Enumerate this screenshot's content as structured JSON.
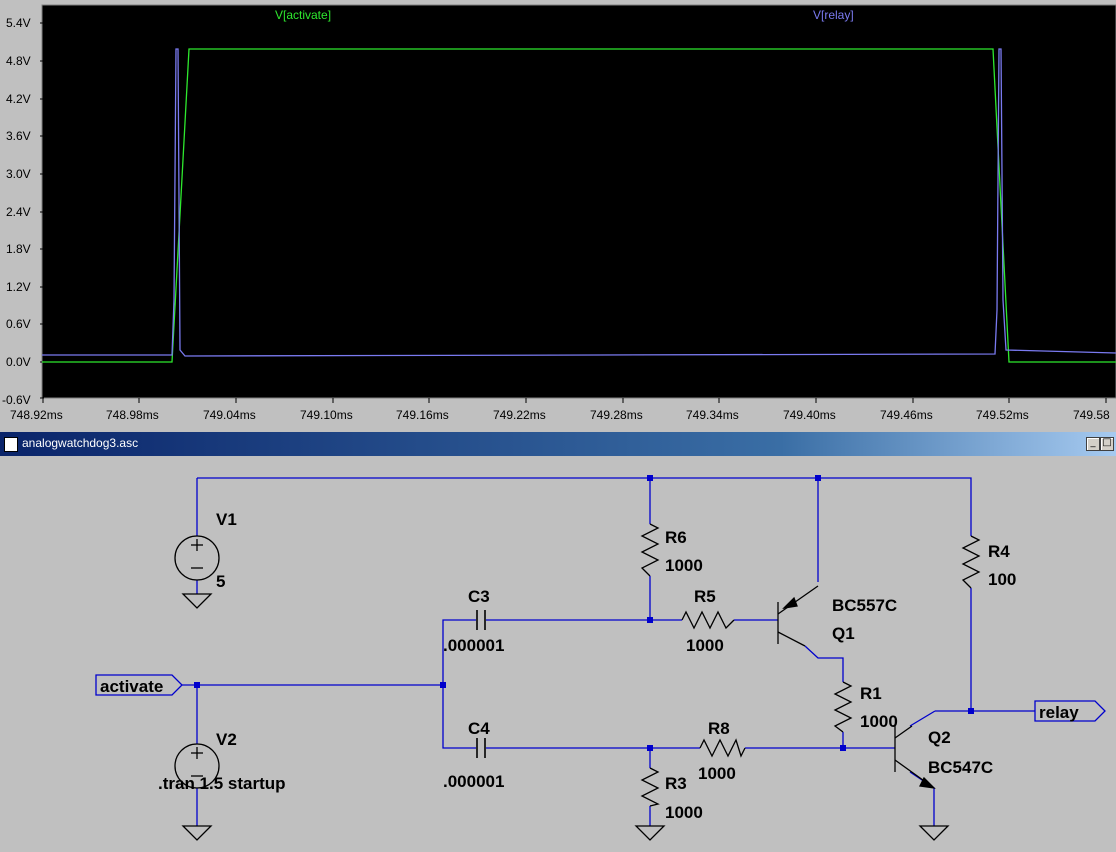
{
  "plot": {
    "y_ticks": [
      "5.4V",
      "4.8V",
      "4.2V",
      "3.6V",
      "3.0V",
      "2.4V",
      "1.8V",
      "1.2V",
      "0.6V",
      "0.0V",
      "-0.6V"
    ],
    "x_ticks": [
      "748.92ms",
      "748.98ms",
      "749.04ms",
      "749.10ms",
      "749.16ms",
      "749.22ms",
      "749.28ms",
      "749.34ms",
      "749.40ms",
      "749.46ms",
      "749.52ms",
      "749.58"
    ],
    "trace_activate": "V[activate]",
    "trace_relay": "V[relay]",
    "colors": {
      "background": "#000000",
      "activate": "#2ee82e",
      "relay": "#7a7af0"
    }
  },
  "window": {
    "title": "analogwatchdog3.asc",
    "minimize": "_",
    "maximize": "□"
  },
  "schematic": {
    "V1_name": "V1",
    "V1_value": "5",
    "V2_name": "V2",
    "V2_value": ".tran 1.5 startup",
    "R6_name": "R6",
    "R6_value": "1000",
    "R5_name": "R5",
    "R5_value": "1000",
    "R4_name": "R4",
    "R4_value": "100",
    "R1_name": "R1",
    "R1_value": "1000",
    "R8_name": "R8",
    "R8_value": "1000",
    "R3_name": "R3",
    "R3_value": "1000",
    "C3_name": "C3",
    "C3_value": ".000001",
    "C4_name": "C4",
    "C4_value": ".000001",
    "Q1_model": "BC557C",
    "Q1_name": "Q1",
    "Q2_name": "Q2",
    "Q2_model": "BC547C",
    "net_activate": "activate",
    "net_relay": "relay",
    "wire_color": "#0000cc"
  }
}
